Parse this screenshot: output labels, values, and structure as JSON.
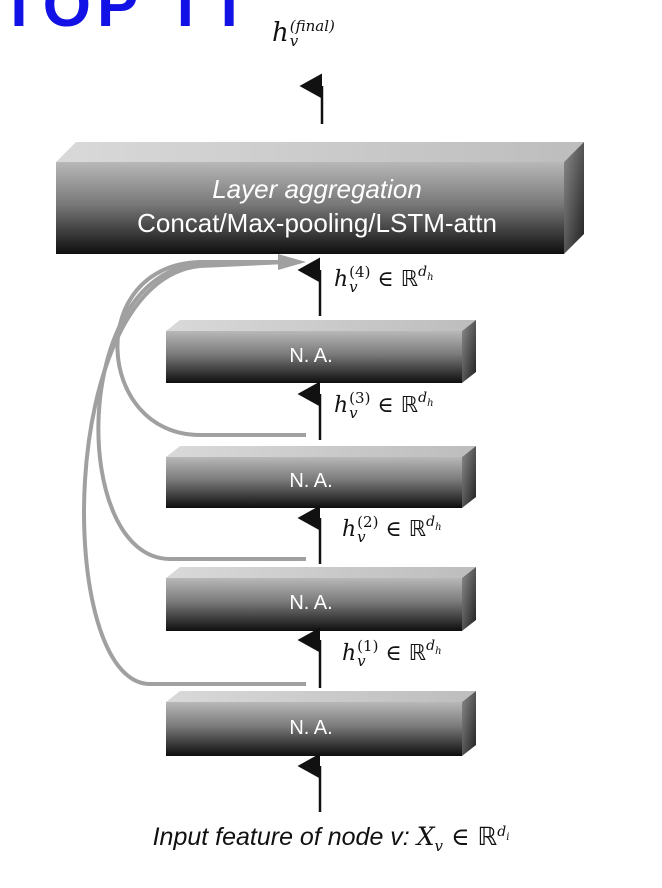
{
  "top_partial_text": "TOP TT",
  "output_label": {
    "base": "h",
    "sub": "v",
    "sup": "(final)"
  },
  "aggregation": {
    "title": "Layer aggregation",
    "subtitle": "Concat/Max-pooling/LSTM-attn"
  },
  "na_label": "N. A.",
  "hidden_labels": [
    {
      "base": "h",
      "sub": "v",
      "sup": "(4)",
      "rel": "∈",
      "space": "ℝ",
      "exp": "d",
      "exp_sub": "h"
    },
    {
      "base": "h",
      "sub": "v",
      "sup": "(3)",
      "rel": "∈",
      "space": "ℝ",
      "exp": "d",
      "exp_sub": "h"
    },
    {
      "base": "h",
      "sub": "v",
      "sup": "(2)",
      "rel": "∈",
      "space": "ℝ",
      "exp": "d",
      "exp_sub": "h"
    },
    {
      "base": "h",
      "sub": "v",
      "sup": "(1)",
      "rel": "∈",
      "space": "ℝ",
      "exp": "d",
      "exp_sub": "h"
    }
  ],
  "input_caption": {
    "text": "Input feature of node v: ",
    "math_base": "X",
    "math_sub": "v",
    "rel": "∈",
    "space": "ℝ",
    "exp": "d",
    "exp_sub": "i"
  },
  "colors": {
    "box_top": "#a9a9a9",
    "box_bottom": "#111111",
    "skip_arrow": "#a0a0a0",
    "accent_text": "#1212e6"
  }
}
